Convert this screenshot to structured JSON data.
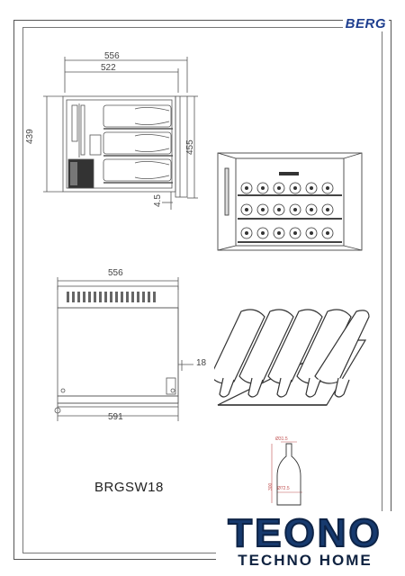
{
  "brand": {
    "name": "BERG"
  },
  "side_view": {
    "width_outer": "556",
    "width_inner": "522",
    "height_left": "439",
    "height_right": "455",
    "gap": "4.5"
  },
  "top_view": {
    "width_top": "556",
    "depth_bottom": "591",
    "offset": "18"
  },
  "model": {
    "code": "BRGSW18"
  },
  "bottle_detail": {
    "top_label": "Ø31.5",
    "side_label": "300",
    "base_label": "Ø72.5"
  },
  "footer_logo": {
    "main": "TEONO",
    "sub": "TECHNO HOME"
  },
  "colors": {
    "line": "#555555",
    "brand": "#1f3f8f",
    "logo": "#173a6e"
  }
}
